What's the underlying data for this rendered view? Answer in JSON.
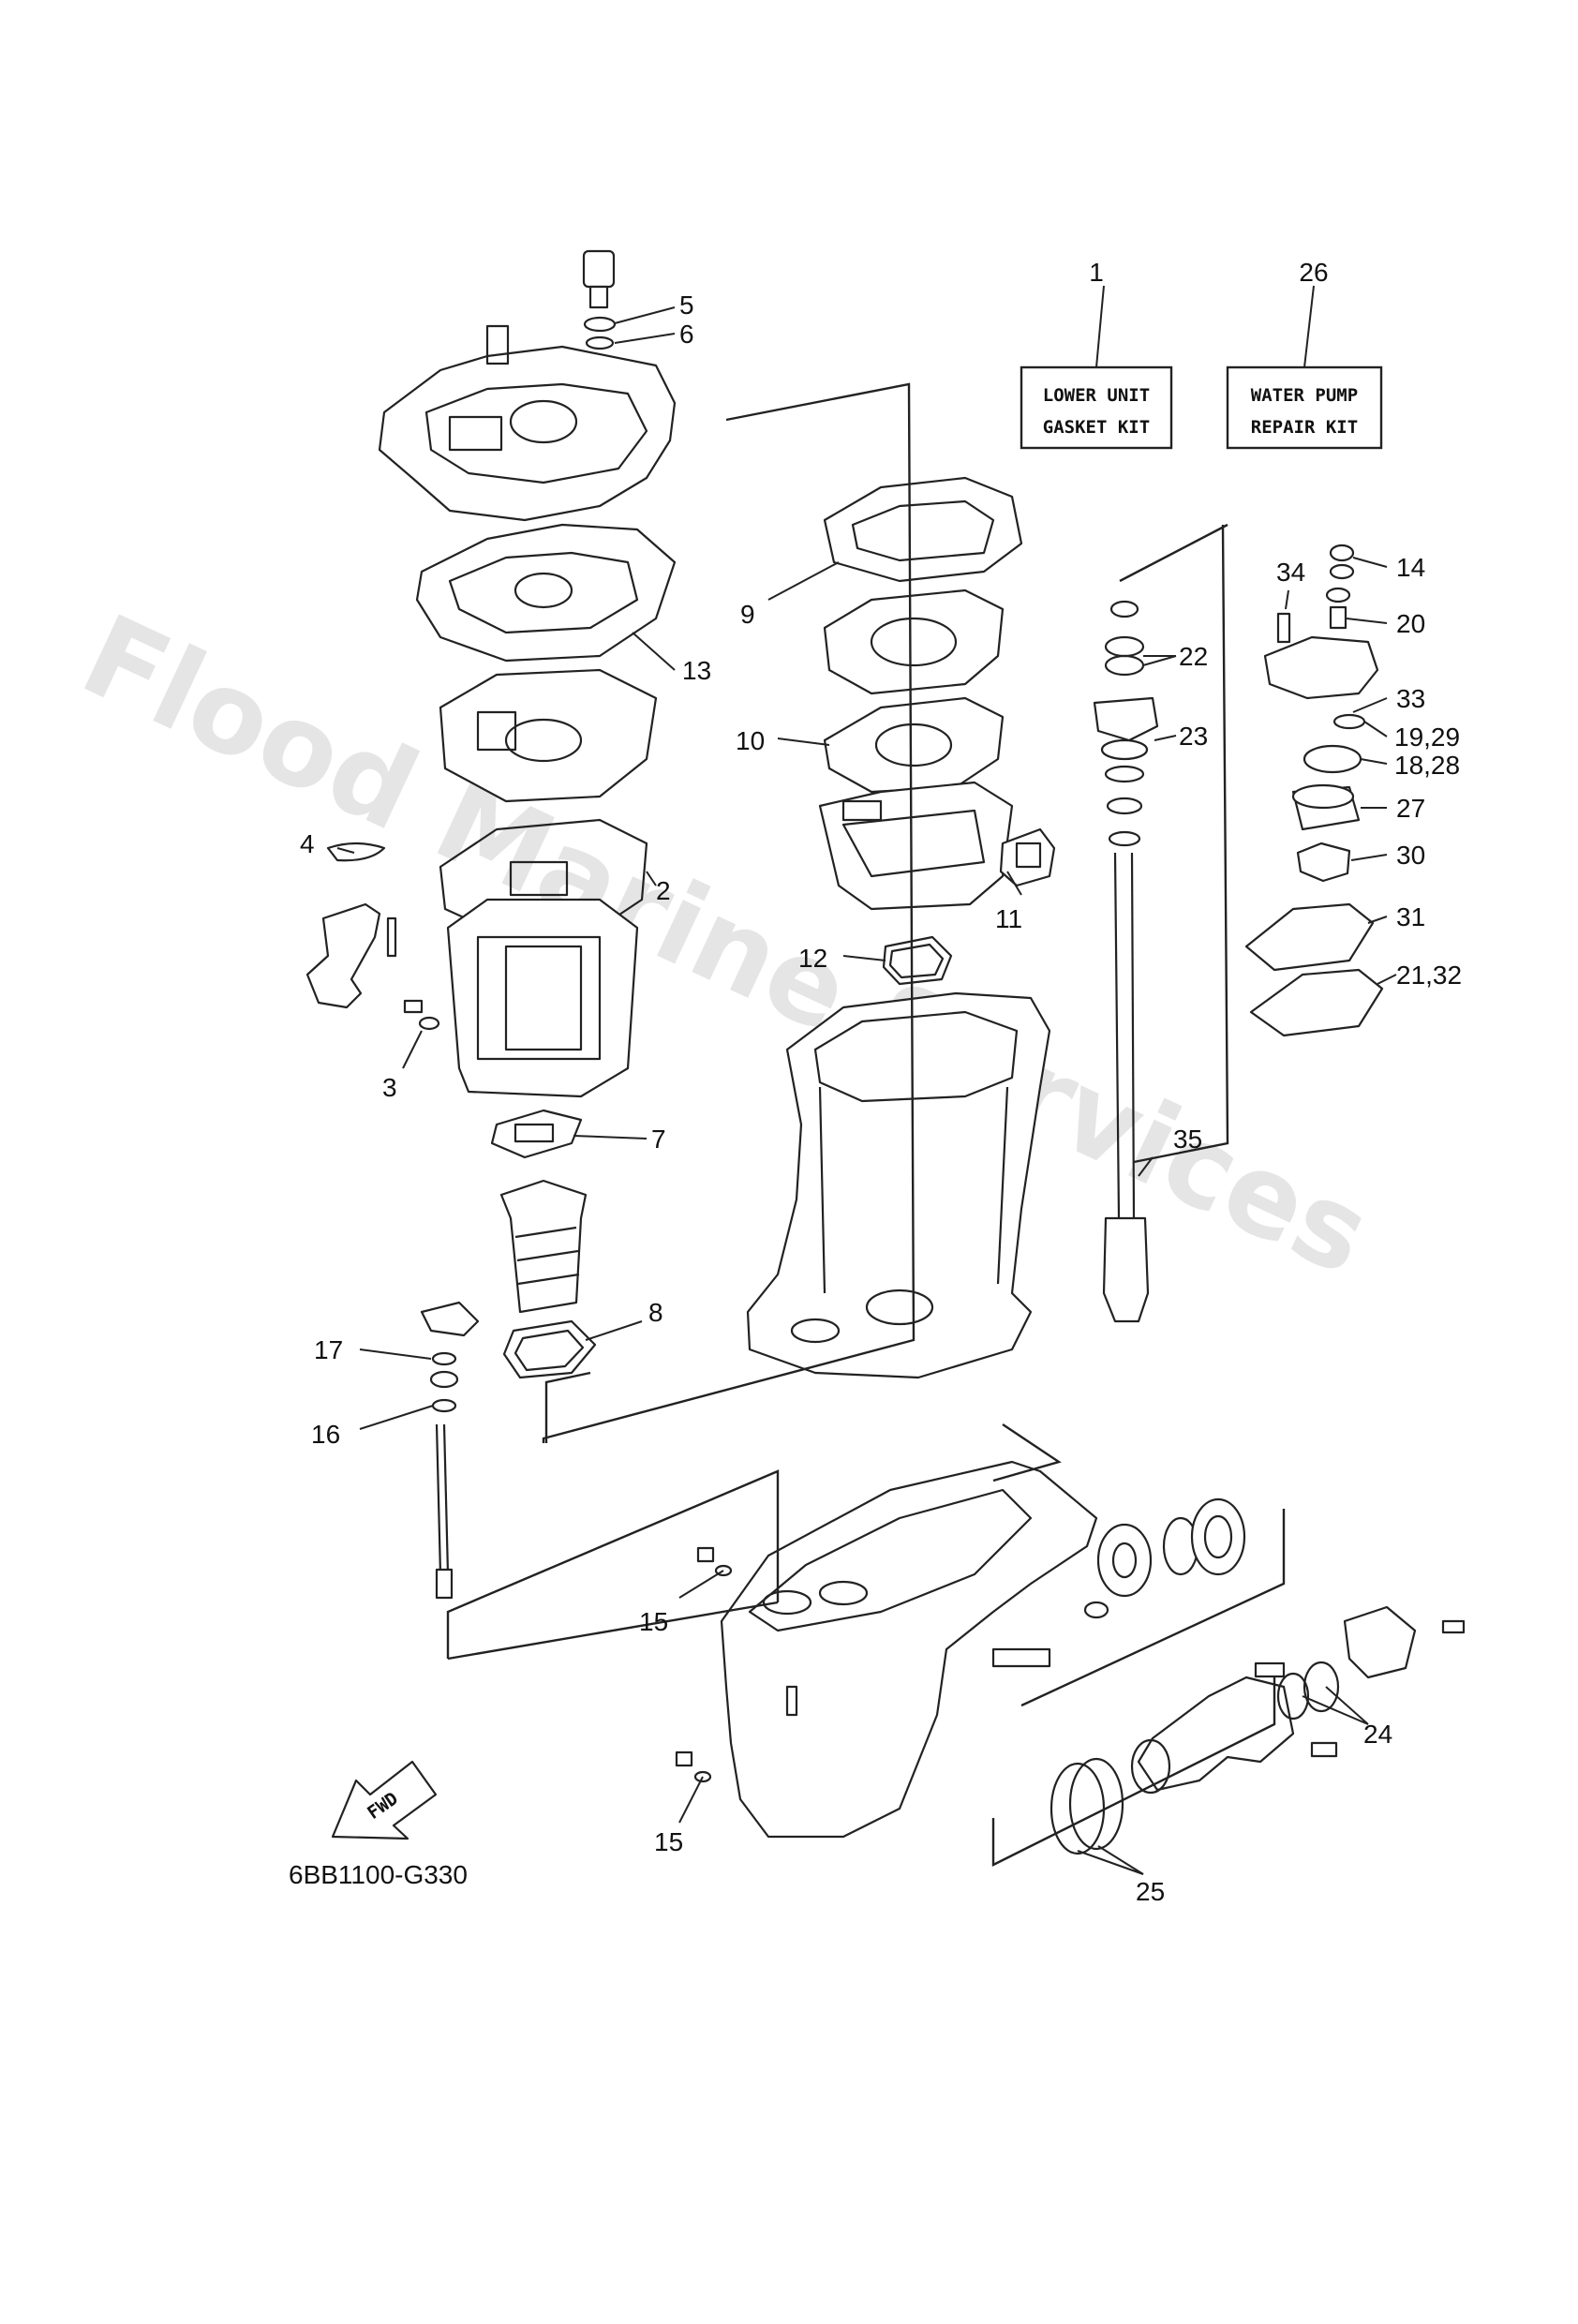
{
  "diagram_code": "6BB1100-G330",
  "watermark": "Flood Marine Services",
  "kits": [
    {
      "ref": "1",
      "line1": "LOWER UNIT",
      "line2": "GASKET KIT"
    },
    {
      "ref": "26",
      "line1": "WATER PUMP",
      "line2": "REPAIR KIT"
    }
  ],
  "direction_label": "FWD",
  "callouts": [
    "2",
    "3",
    "4",
    "5",
    "6",
    "7",
    "8",
    "9",
    "10",
    "11",
    "12",
    "13",
    "14",
    "15",
    "15",
    "16",
    "17",
    "18,28",
    "19,29",
    "20",
    "21,32",
    "22",
    "23",
    "24",
    "25",
    "27",
    "30",
    "31",
    "33",
    "34",
    "35"
  ]
}
